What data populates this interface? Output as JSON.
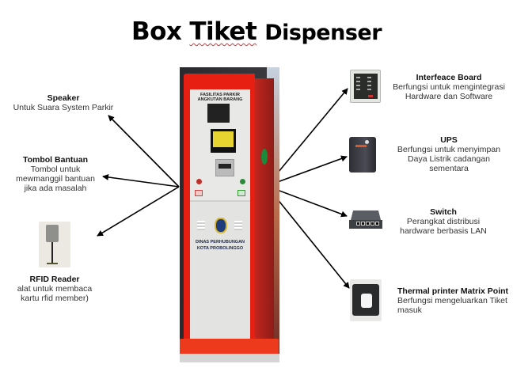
{
  "title": {
    "word1": "Box",
    "word2": "Tiket",
    "word3": "Dispenser"
  },
  "kiosk": {
    "top_text_line1": "FASILITAS PARKIR",
    "top_text_line2": "ANGKUTAN BARANG",
    "lower_text_line1": "DINAS PERHUBUNGAN",
    "lower_text_line2": "KOTA PROBOLINGGO"
  },
  "components_left": [
    {
      "name": "Speaker",
      "desc": "Untuk Suara System Parkir"
    },
    {
      "name": "Tombol Bantuan",
      "desc_lines": [
        "Tombol untuk",
        "mewmanggil bantuan",
        "jika ada masalah"
      ]
    },
    {
      "name": "RFID Reader",
      "desc_lines": [
        "alat untuk membaca",
        "kartu rfid member)"
      ]
    }
  ],
  "components_right": [
    {
      "name": "Interfeace Board",
      "desc_lines": [
        "Berfungsi untuk mengintegrasi",
        "Hardware dan Software"
      ]
    },
    {
      "name": "UPS",
      "desc_lines": [
        "Berfungsi untuk menyimpan",
        "Daya Listrik cadangan",
        "sementara"
      ]
    },
    {
      "name": "Switch",
      "desc_lines": [
        "Perangkat distribusi",
        "hardware berbasis LAN"
      ]
    },
    {
      "name": "Thermal printer Matrix Point",
      "desc_lines": [
        "Berfungsi mengeluarkan Tiket",
        "masuk"
      ]
    }
  ],
  "colors": {
    "kiosk_red": "#e61f12",
    "arrow": "#000000",
    "text": "#333333"
  }
}
